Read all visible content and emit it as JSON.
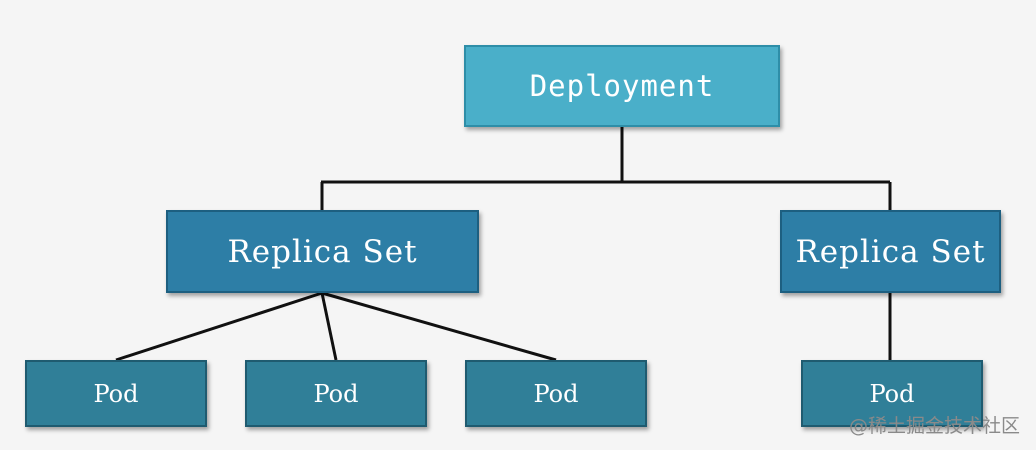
{
  "diagram": {
    "deployment": {
      "label": "Deployment"
    },
    "replica_sets": [
      {
        "label": "Replica Set"
      },
      {
        "label": "Replica Set"
      }
    ],
    "pods": [
      {
        "label": "Pod"
      },
      {
        "label": "Pod"
      },
      {
        "label": "Pod"
      },
      {
        "label": "Pod"
      }
    ]
  },
  "watermark": "@稀土掘金技术社区",
  "colors": {
    "deployment_fill": "#4aafc9",
    "replica_set_fill": "#2d7ea6",
    "pod_fill": "#307f98",
    "connector": "#111111",
    "background": "#f5f5f5"
  }
}
